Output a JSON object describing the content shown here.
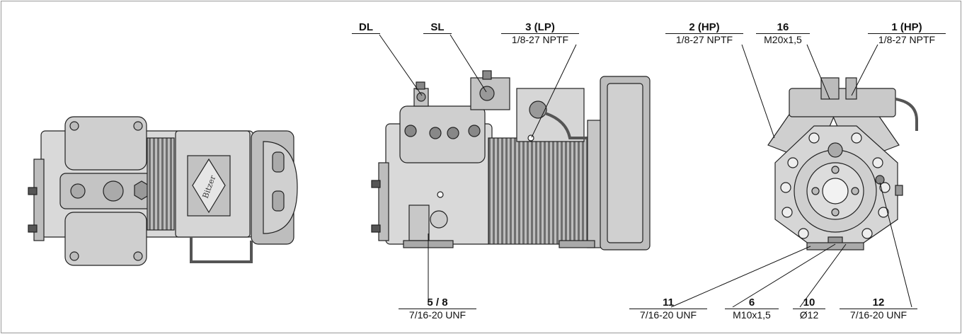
{
  "labels": {
    "dl": {
      "name": "DL"
    },
    "sl": {
      "name": "SL"
    },
    "c3": {
      "name": "3 (LP)",
      "value": "1/8-27 NPTF"
    },
    "c58": {
      "name": "5 / 8",
      "value": "7/16-20 UNF"
    },
    "c2": {
      "name": "2 (HP)",
      "value": "1/8-27 NPTF"
    },
    "c16": {
      "name": "16",
      "value": "M20x1,5"
    },
    "c1": {
      "name": "1 (HP)",
      "value": "1/8-27 NPTF"
    },
    "c11": {
      "name": "11",
      "value": "7/16-20 UNF"
    },
    "c6": {
      "name": "6",
      "value": "M10x1,5"
    },
    "c10": {
      "name": "10",
      "value": "Ø12"
    },
    "c12": {
      "name": "12",
      "value": "7/16-20 UNF"
    }
  },
  "colors": {
    "line": "#222222",
    "fill_light": "#e2e2e2",
    "fill_mid": "#bdbdbd",
    "fill_dark": "#8c8c8c",
    "frame": "#9a9a9a"
  }
}
